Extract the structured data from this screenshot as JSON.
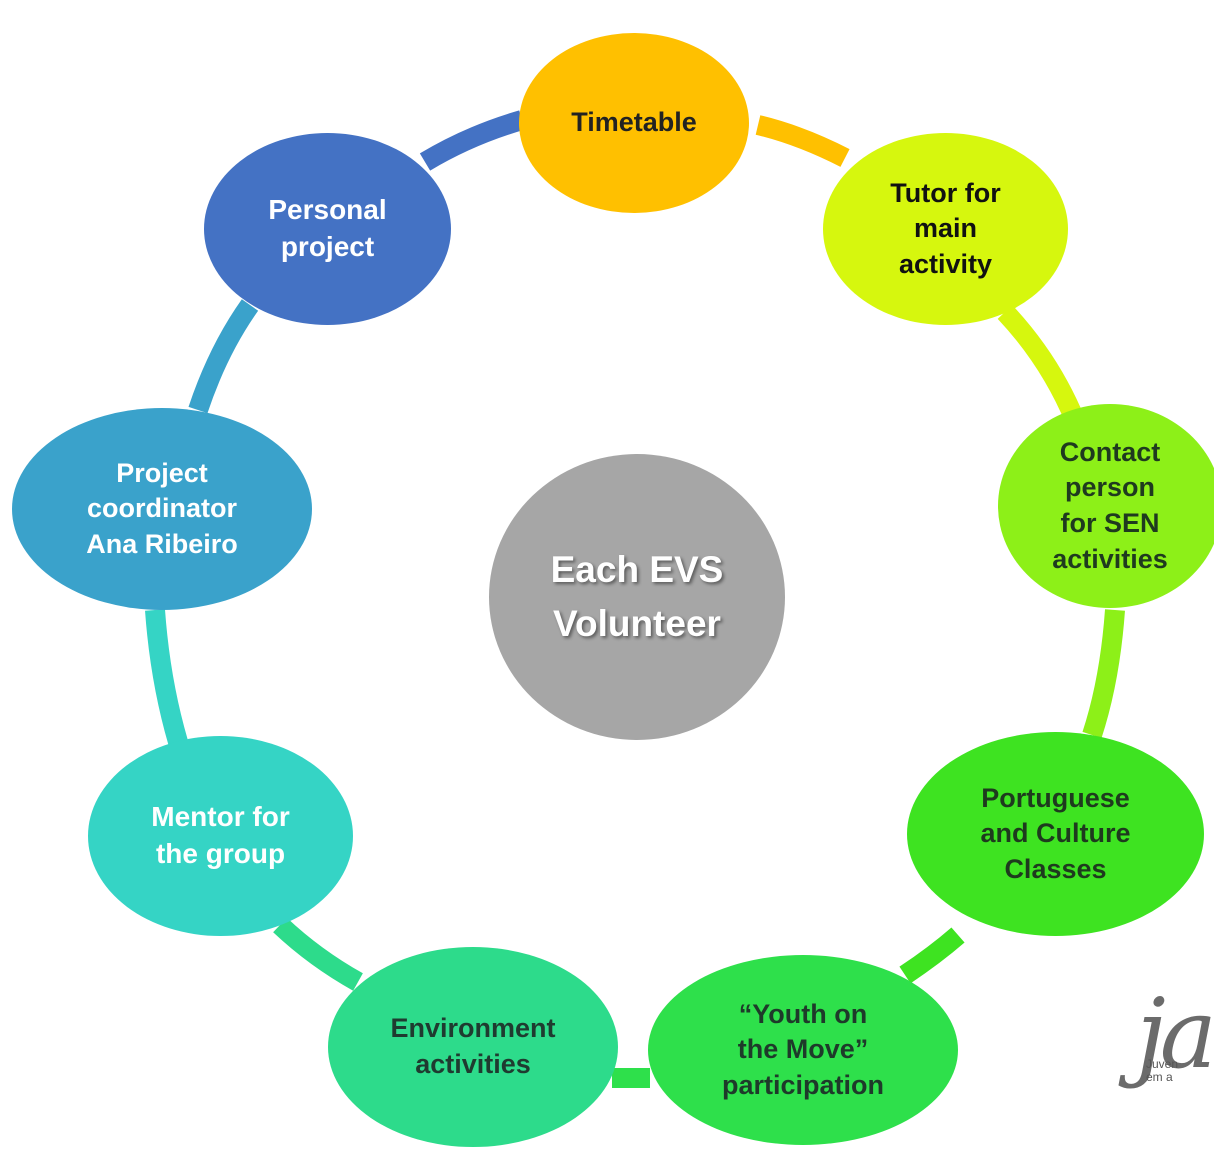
{
  "diagram": {
    "center": "Each EVS\nVolunteer",
    "nodes": [
      {
        "id": "timetable",
        "label": "Timetable",
        "color": "#ffc000"
      },
      {
        "id": "tutor",
        "label": "Tutor for\nmain\nactivity",
        "color": "#d6f70e"
      },
      {
        "id": "contact",
        "label": "Contact\nperson\nfor SEN\nactivities",
        "color": "#8df018"
      },
      {
        "id": "portuguese",
        "label": "Portuguese\nand Culture\nClasses",
        "color": "#3ee321"
      },
      {
        "id": "youth",
        "label": "“Youth on\nthe Move”\nparticipation",
        "color": "#2ee04b"
      },
      {
        "id": "environment",
        "label": "Environment\nactivities",
        "color": "#2ddb8b"
      },
      {
        "id": "mentor",
        "label": "Mentor for\nthe group",
        "color": "#35d4c5"
      },
      {
        "id": "coordinator",
        "label": "Project\ncoordinator\nAna Ribeiro",
        "color": "#3aa2cb"
      },
      {
        "id": "personal",
        "label": "Personal\nproject",
        "color": "#4472c4"
      }
    ]
  },
  "logo": {
    "mark": "ja",
    "tagline": "Juven\nem a"
  }
}
